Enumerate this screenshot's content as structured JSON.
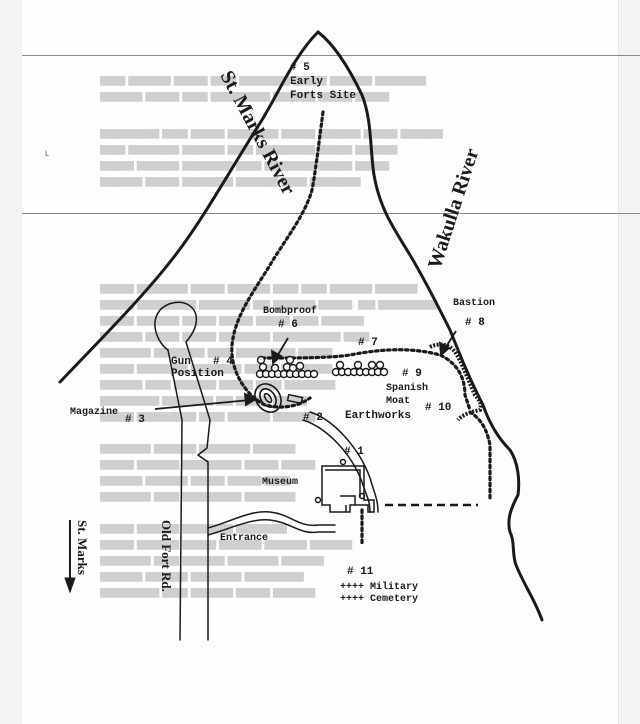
{
  "document": {
    "type": "scanned-page-map",
    "colors": {
      "ink": "#1a1a1a",
      "paper": "#fdfdfd",
      "margin": "#f3f3f3",
      "bleed": "#cfcfcf"
    }
  },
  "map": {
    "rivers": [
      {
        "id": "st-marks-river",
        "label": "St. Marks River"
      },
      {
        "id": "wakulla-river",
        "label": "Wakulla River"
      }
    ],
    "sites": [
      {
        "number": "# 1",
        "label": ""
      },
      {
        "number": "# 2",
        "label": "Earthworks"
      },
      {
        "number": "# 3",
        "label": "Magazine"
      },
      {
        "number": "# 4",
        "label": "Gun Position",
        "line1": "Gun",
        "line2": "Position"
      },
      {
        "number": "# 5",
        "label": "Early Forts Site",
        "line1": "Early",
        "line2": "Forts Site"
      },
      {
        "number": "# 6",
        "label": "Bombproof"
      },
      {
        "number": "# 7",
        "label": ""
      },
      {
        "number": "# 8",
        "label": "Bastion"
      },
      {
        "number": "# 9",
        "label": "Spanish Moat",
        "line1": "Spanish",
        "line2": "Moat"
      },
      {
        "number": "# 10",
        "label": ""
      },
      {
        "number": "# 11",
        "label": "Military Cemetery",
        "line1": "Military",
        "line2": "Cemetery",
        "marks": "++++"
      }
    ],
    "landmarks": {
      "museum": "Museum",
      "entrance": "Entrance",
      "road": "Old Fort Rd.",
      "direction": "St. Marks"
    }
  }
}
